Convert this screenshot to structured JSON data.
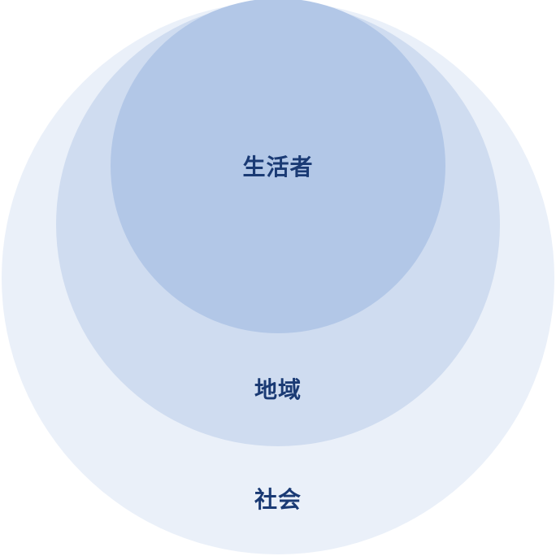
{
  "diagram": {
    "levels": [
      {
        "label": "社会",
        "color": "#eaf0f9"
      },
      {
        "label": "地域",
        "color": "#cfdcf0"
      },
      {
        "label": "生活者",
        "color": "#b2c7e7"
      }
    ]
  }
}
